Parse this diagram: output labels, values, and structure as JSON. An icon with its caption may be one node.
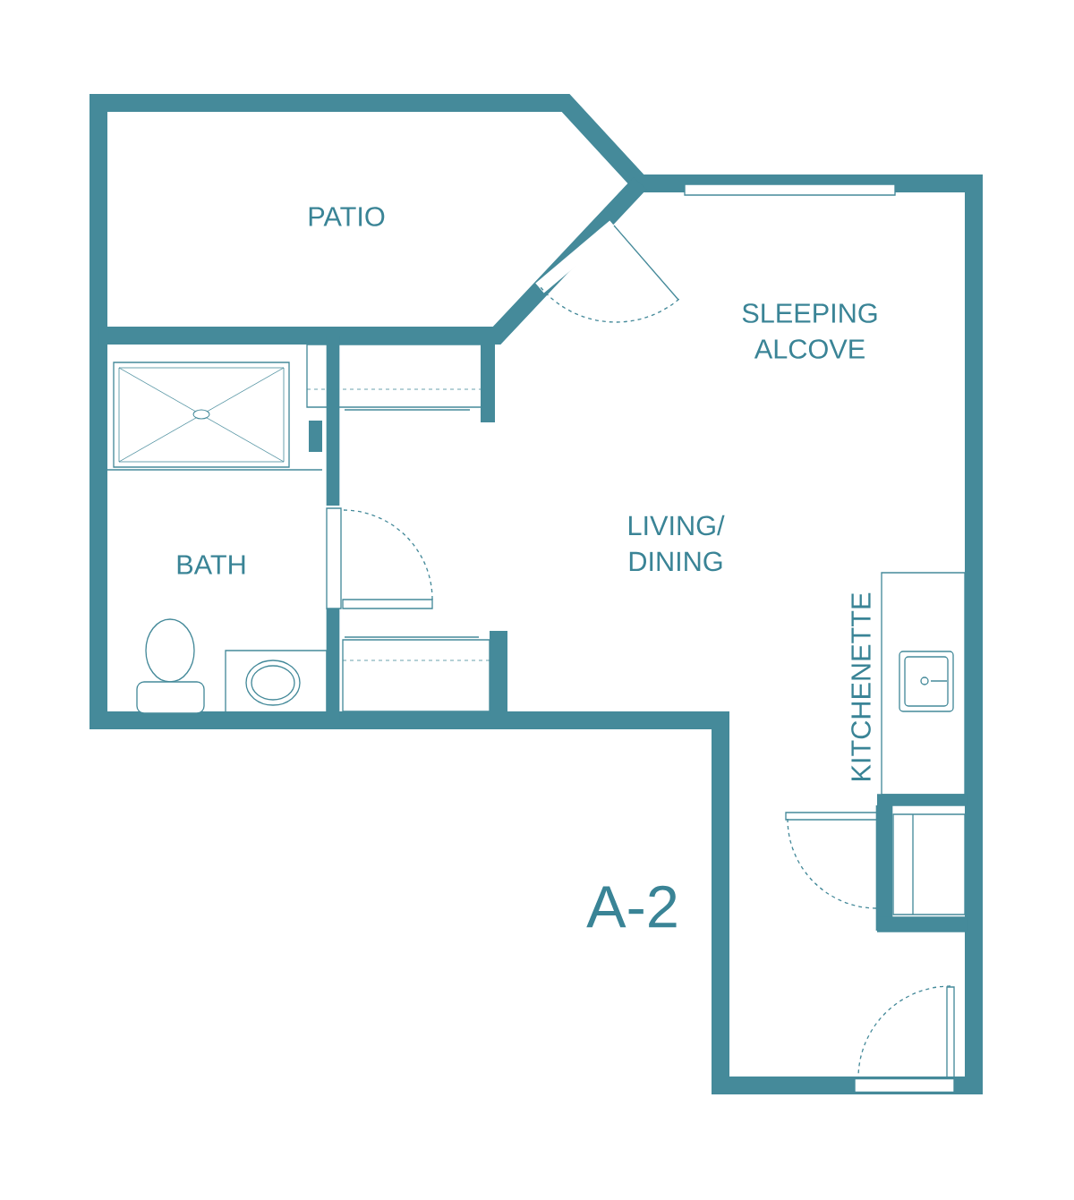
{
  "diagram": {
    "title": "A-2",
    "labels": [
      "PATIO",
      "SLEEPING ALCOVE",
      "LIVING/ DINING",
      "BATH",
      "KITCHENETTE"
    ]
  }
}
